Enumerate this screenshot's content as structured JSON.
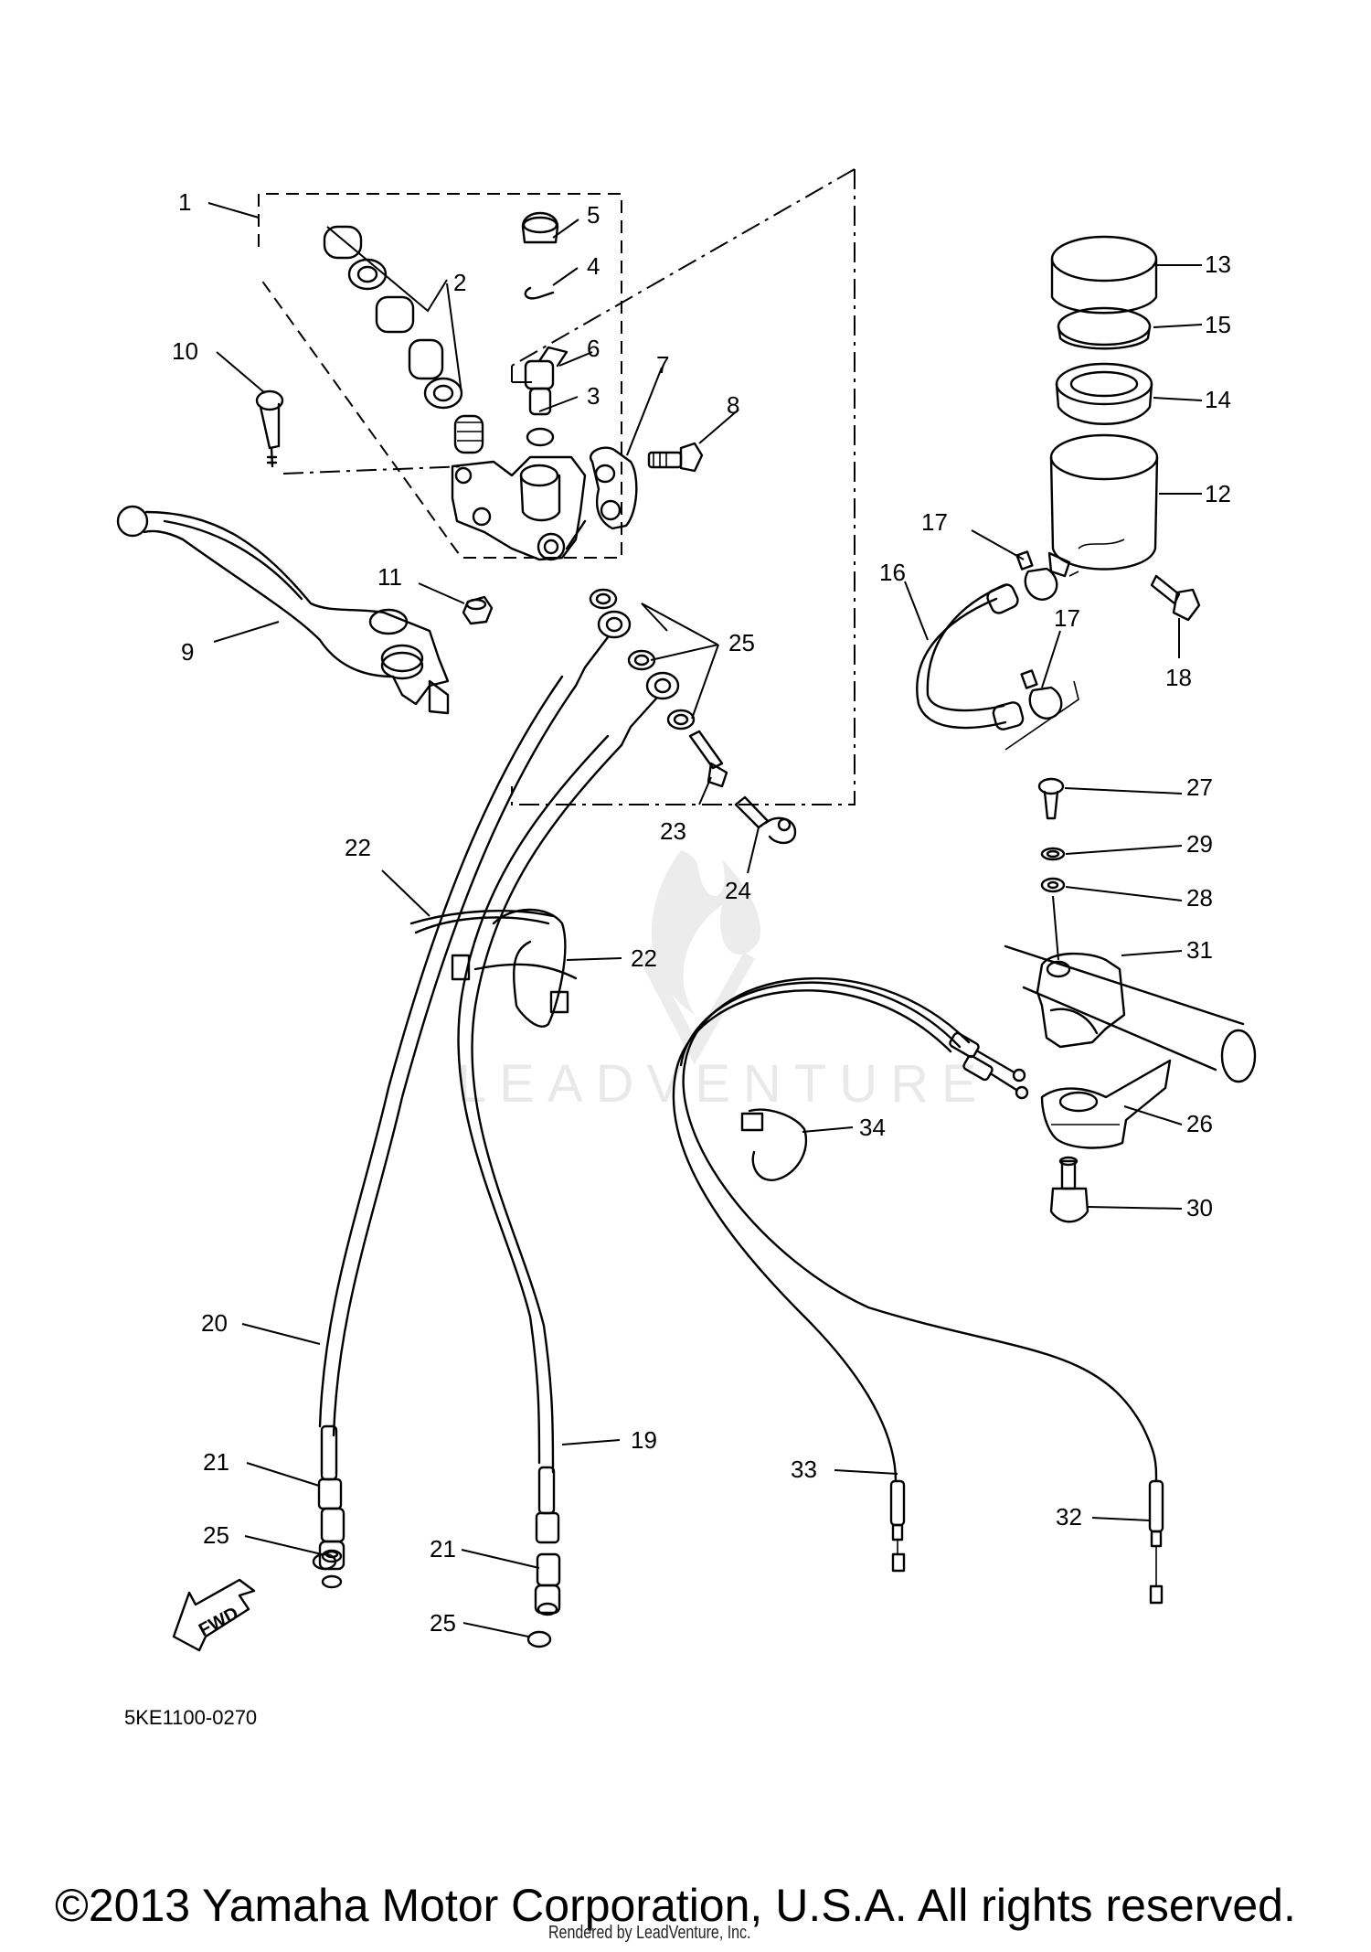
{
  "diagram": {
    "code": "5KE1100-0270",
    "fwd_label": "FWD",
    "watermark": "LEADVENTURE",
    "callouts": {
      "c1": "1",
      "c2": "2",
      "c3": "3",
      "c4": "4",
      "c5": "5",
      "c6": "6",
      "c7": "7",
      "c8": "8",
      "c9": "9",
      "c10": "10",
      "c11": "11",
      "c12": "12",
      "c13": "13",
      "c14": "14",
      "c15": "15",
      "c16": "16",
      "c17a": "17",
      "c17b": "17",
      "c18": "18",
      "c19": "19",
      "c20": "20",
      "c21a": "21",
      "c21b": "21",
      "c22a": "22",
      "c22b": "22",
      "c23": "23",
      "c24": "24",
      "c25a": "25",
      "c25b": "25",
      "c25c": "25",
      "c26": "26",
      "c27": "27",
      "c28": "28",
      "c29": "29",
      "c30": "30",
      "c31": "31",
      "c32": "32",
      "c33": "33",
      "c34": "34"
    }
  },
  "footer": {
    "copyright": "©2013 Yamaha Motor Corporation, U.S.A. All rights reserved.",
    "rendered_by": "Rendered by LeadVenture, Inc."
  }
}
